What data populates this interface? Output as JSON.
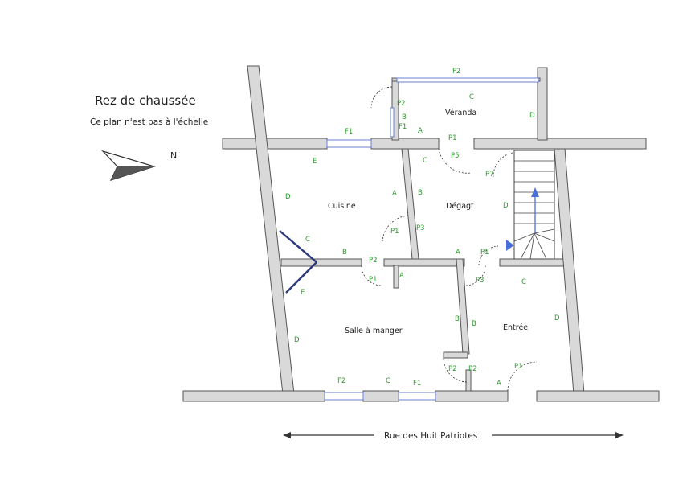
{
  "title": "Rez de chaussée",
  "subtitle": "Ce plan n'est pas à l'échelle",
  "north_label": "N",
  "street_label": "Rue des Huit Patriotes",
  "rooms": {
    "veranda": "Véranda",
    "cuisine": "Cuisine",
    "degagt": "Dégagt",
    "salle": "Salle à manger",
    "entree": "Entrée"
  },
  "marks": {
    "f2_top": "F2",
    "c_top": "C",
    "p2_ver": "P2",
    "b_ver": "B",
    "f1_ver": "F1",
    "a_ver": "A",
    "d_ver": "D",
    "p1_ver": "P1",
    "f1_cui": "F1",
    "e_cui": "E",
    "d_cui": "D",
    "c_cui": "C",
    "b_cui": "B",
    "a_cui": "A",
    "p1_cui": "P1",
    "p3_cui": "P3",
    "p2_cui": "P2",
    "c_deg": "C",
    "p5_deg": "P5",
    "p7_deg": "P7",
    "b_deg": "B",
    "d_deg": "D",
    "a_deg": "A",
    "p1_deg": "P1",
    "e_sal": "E",
    "p1_sal": "P1",
    "a_sal": "A",
    "d_sal": "D",
    "b_sal": "B",
    "p2_sal": "P2",
    "f2_sal": "F2",
    "c_sal": "C",
    "f1_sal": "F1",
    "p3_ent": "P3",
    "c_ent": "C",
    "b_ent": "B",
    "d_ent": "D",
    "p2_ent": "P2",
    "p1_ent": "P1",
    "a_ent": "A"
  }
}
